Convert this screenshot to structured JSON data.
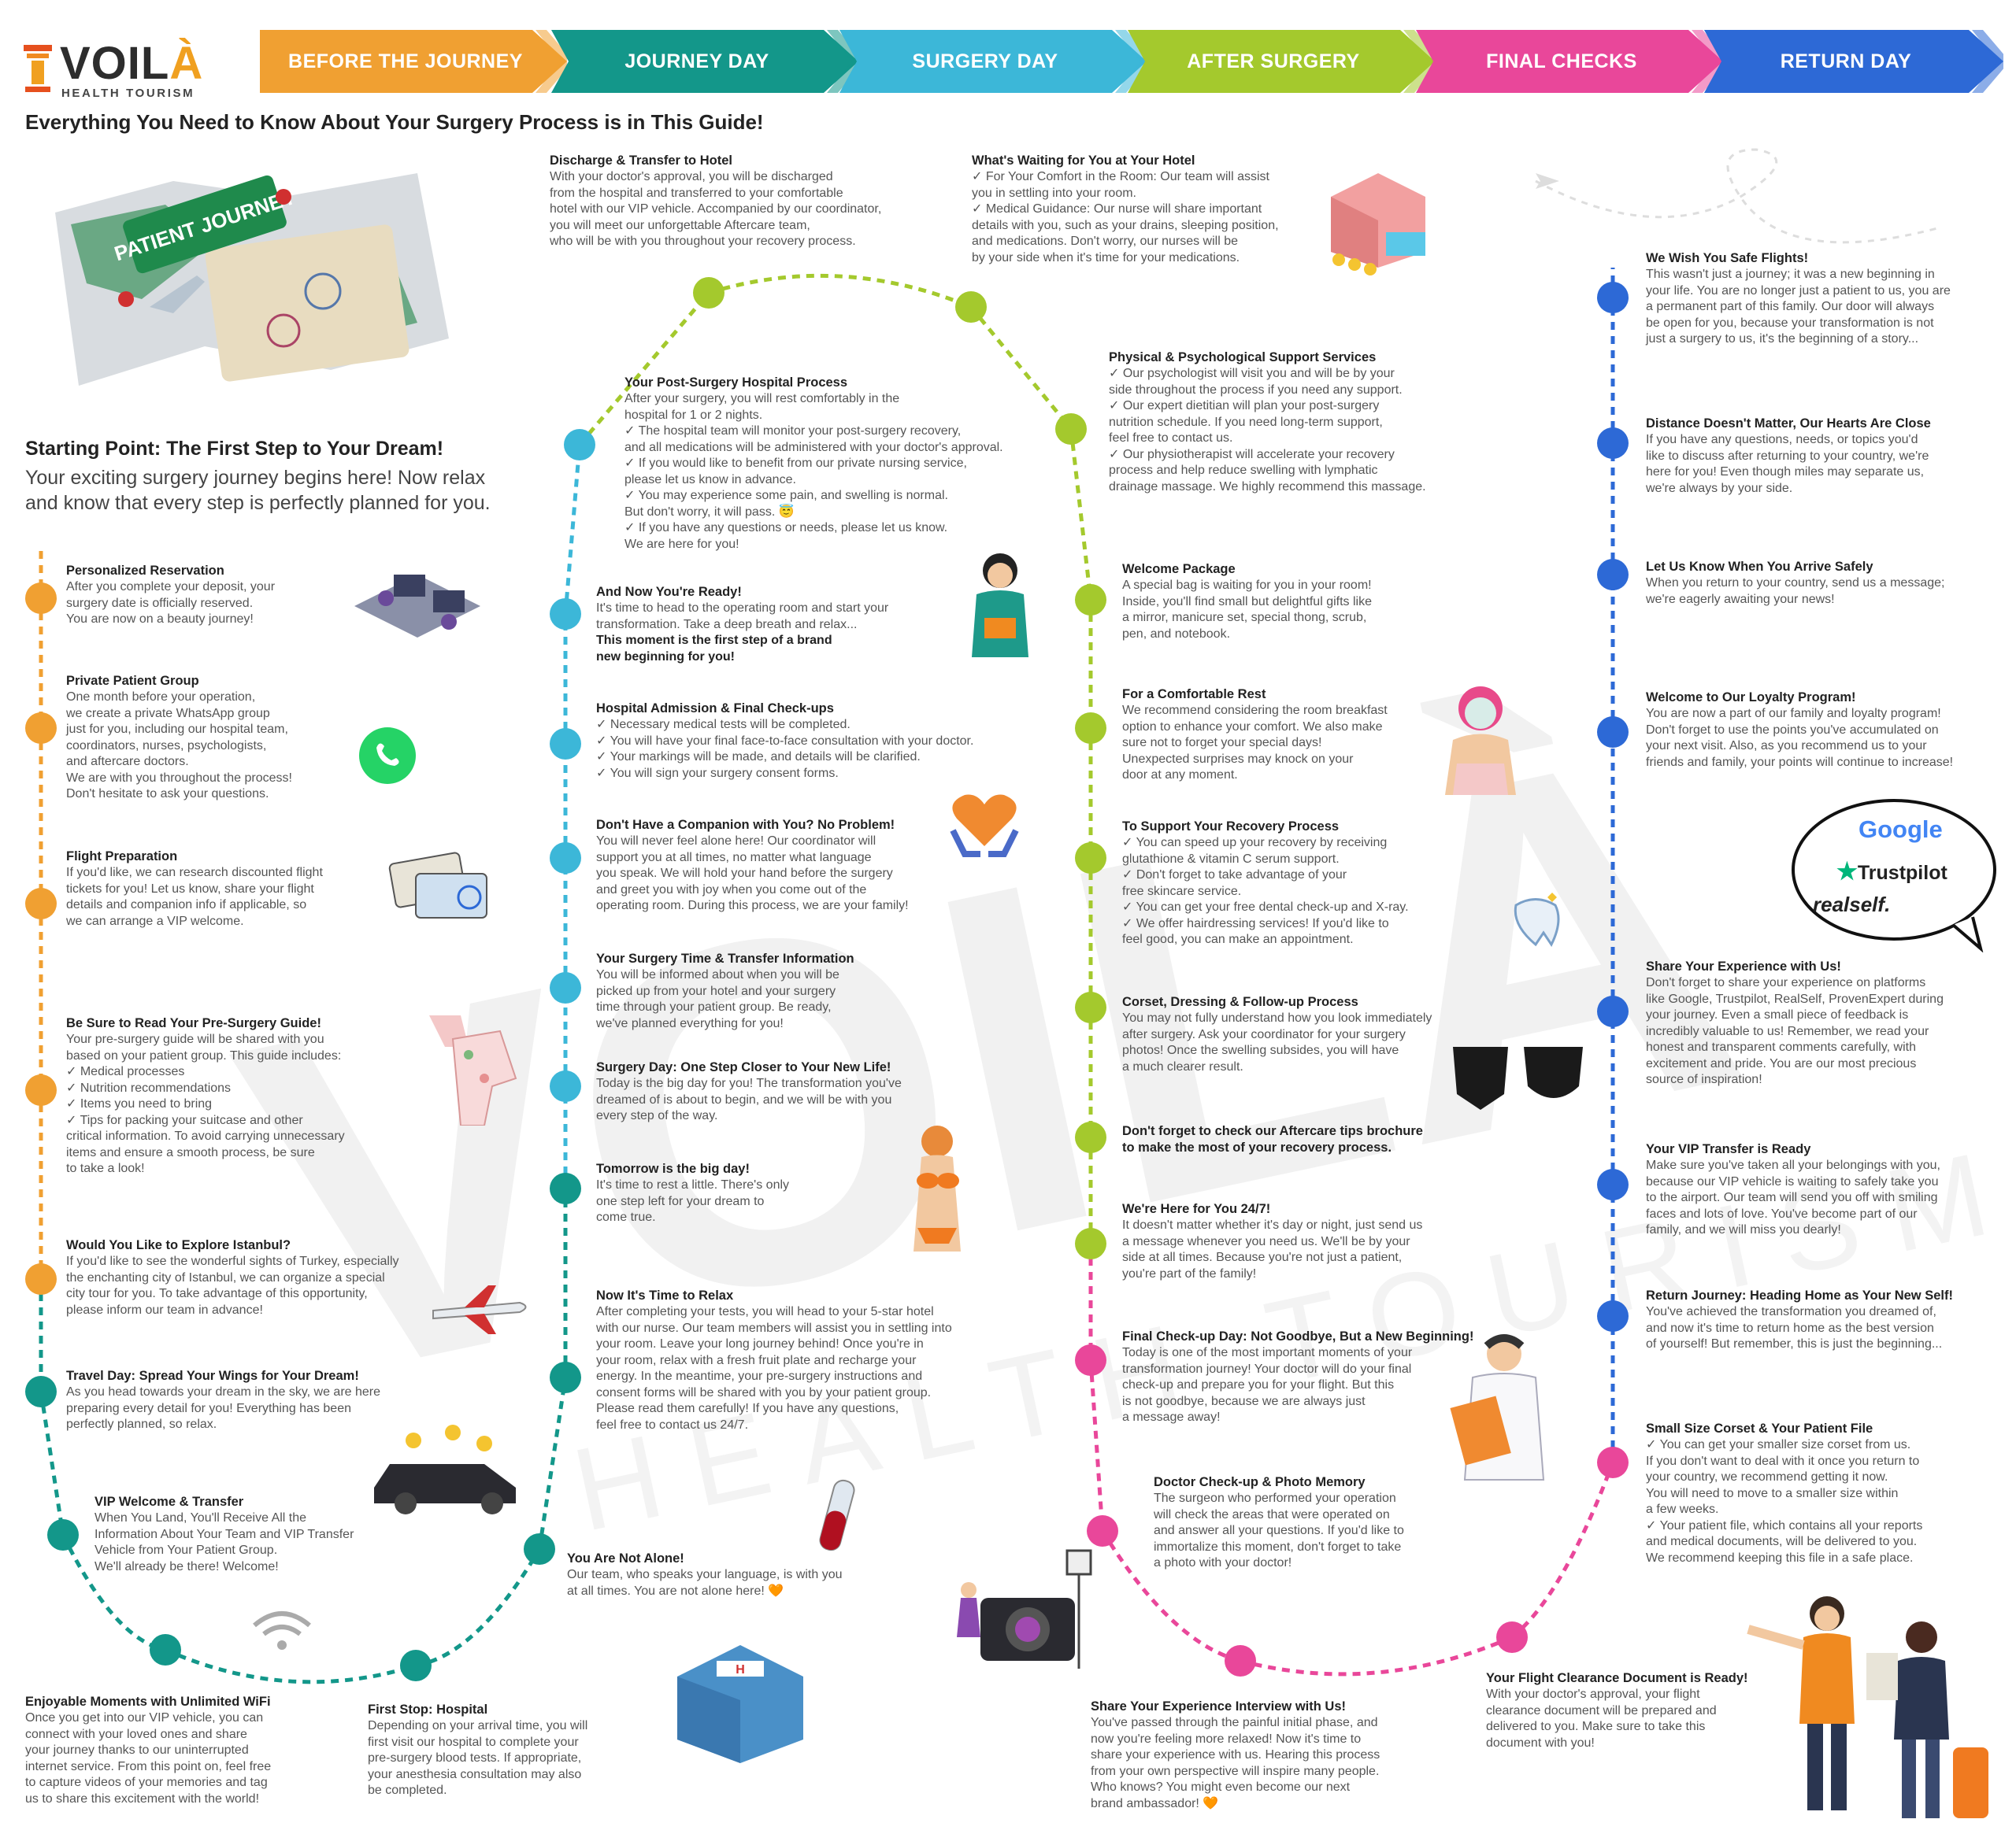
{
  "brand": {
    "name_main": "VOIL",
    "name_accent": "À",
    "subtitle": "HEALTH TOURISM",
    "watermark_main": "VOILÀ",
    "watermark_sub": "HEALTH TOURISM"
  },
  "phases": [
    {
      "label": "BEFORE THE JOURNEY",
      "color": "#f0a032"
    },
    {
      "label": "JOURNEY DAY",
      "color": "#13978a"
    },
    {
      "label": "SURGERY DAY",
      "color": "#3cb7d8"
    },
    {
      "label": "AFTER SURGERY",
      "color": "#a4c92d"
    },
    {
      "label": "FINAL CHECKS",
      "color": "#e9479a"
    },
    {
      "label": "RETURN DAY",
      "color": "#2d69d6"
    }
  ],
  "headline": "Everything You Need to Know About Your Surgery Process is in This Guide!",
  "intro": {
    "title": "Starting Point: The First Step to Your Dream!",
    "body": "Your exciting surgery journey begins here! Now relax and know that every step is perfectly planned for you."
  },
  "illustration_labels": {
    "passport_sign": "PATIENT JOURNEY"
  },
  "reviews": {
    "google": "Google",
    "trustpilot": "Trustpilot",
    "realself": "realself."
  },
  "steps": [
    {
      "title": "Personalized Reservation",
      "body": "After you complete your deposit, your\nsurgery date is officially reserved.\nYou are now on a beauty journey!"
    },
    {
      "title": "Private Patient Group",
      "body": "One month before your operation,\nwe create a private WhatsApp group\njust for you, including our hospital team,\ncoordinators, nurses, psychologists,\nand aftercare doctors.\nWe are with you throughout the process!\nDon't hesitate to ask your questions."
    },
    {
      "title": "Flight Preparation",
      "body": "If you'd like, we can research discounted flight\ntickets for you! Let us know, share your flight\ndetails and companion info if applicable, so\nwe can arrange a VIP welcome."
    },
    {
      "title": "Be Sure to Read Your Pre-Surgery Guide!",
      "body": "Your pre-surgery guide will be shared with you\nbased on your patient group. This guide includes:\n✓ Medical processes\n✓ Nutrition recommendations\n✓ Items you need to bring\n✓ Tips for packing your suitcase and other\ncritical information. To avoid carrying unnecessary\nitems and ensure a smooth process, be sure\nto take a look!"
    },
    {
      "title": "Would You Like to Explore Istanbul?",
      "body": "If you'd like to see the wonderful sights of Turkey, especially\nthe enchanting city of Istanbul, we can organize a special\ncity tour for you. To take advantage of this opportunity,\nplease inform our team in advance!"
    },
    {
      "title": "Travel Day: Spread Your Wings for Your Dream!",
      "body": "As you head towards your dream in the sky, we are here\npreparing every detail for you! Everything has been\nperfectly planned, so relax."
    },
    {
      "title": "VIP Welcome & Transfer",
      "body": "When You Land, You'll Receive All the\nInformation About Your Team and VIP Transfer\nVehicle from Your Patient Group.\nWe'll already be there! Welcome!"
    },
    {
      "title": "Enjoyable Moments with Unlimited WiFi",
      "body": "Once you get into our VIP vehicle, you can\nconnect with your loved ones and share\nyour journey thanks to our uninterrupted\ninternet service. From this point on, feel free\nto capture videos of your memories and tag\nus to share this excitement with the world!"
    },
    {
      "title": "First Stop: Hospital",
      "body": "Depending on your arrival time, you will\nfirst visit our hospital to complete your\npre-surgery blood tests. If appropriate,\nyour anesthesia consultation may also\nbe completed."
    },
    {
      "title": "You Are Not Alone!",
      "body": "Our team, who speaks your language, is with you\nat all times. You are not alone here! 🧡"
    },
    {
      "title": "Now It's Time to Relax",
      "body": "After completing your tests, you will head to your 5-star hotel\nwith our nurse. Our team members will assist you in settling into\nyour room. Leave your long journey behind! Once you're in\nyour room, relax with a fresh fruit plate and recharge your\nenergy. In the meantime, your pre-surgery instructions and\nconsent forms will be shared with you by your patient group.\nPlease read them carefully! If you have any questions,\nfeel free to contact us 24/7."
    },
    {
      "title": "Tomorrow is the big day!",
      "body": "It's time to rest a little. There's only\none step left for your dream to\ncome true."
    },
    {
      "title": "Surgery Day: One Step Closer to Your New Life!",
      "body": "Today is the big day for you! The transformation you've\ndreamed of is about to begin, and we will be with you\nevery step of the way."
    },
    {
      "title": "Your Surgery Time & Transfer Information",
      "body": "You will be informed about when you will be\npicked up from your hotel and your surgery\ntime through your patient group. Be ready,\nwe've planned everything for you!"
    },
    {
      "title": "Don't Have a Companion with You? No Problem!",
      "body": "You will never feel alone here! Our coordinator will\nsupport you at all times, no matter what language\nyou speak. We will hold your hand before the surgery\nand greet you with joy when you come out of the\noperating room. During this process, we are your family!"
    },
    {
      "title": "Hospital Admission & Final Check-ups",
      "body": "✓ Necessary medical tests will be completed.\n✓ You will have your final face-to-face consultation with your doctor.\n✓ Your markings will be made, and details will be clarified.\n✓ You will sign your surgery consent forms."
    },
    {
      "title": "And Now You're Ready!",
      "body": "It's time to head to the operating room and start your\ntransformation. Take a deep breath and relax...",
      "emphasis": "This moment is the first step of a brand\nnew beginning for you!"
    },
    {
      "title": "Your Post-Surgery Hospital Process",
      "body": "After your surgery, you will rest comfortably in the\nhospital for 1 or 2 nights.\n✓ The hospital team will monitor your post-surgery recovery,\nand all medications will be administered with your doctor's approval.\n✓ If you would like to benefit from our private nursing service,\nplease let us know in advance.\n✓ You may experience some pain, and swelling is normal.\nBut don't worry, it will pass. 😇\n✓ If you have any questions or needs, please let us know.\nWe are here for you!"
    },
    {
      "title": "Discharge & Transfer to Hotel",
      "body": "With your doctor's approval, you will be discharged\nfrom the hospital and transferred to your comfortable\nhotel with our VIP vehicle. Accompanied by our coordinator,\nyou will meet our unforgettable Aftercare team,\nwho will be with you throughout your recovery process."
    },
    {
      "title": "What's Waiting for You at Your Hotel",
      "body": "✓ For Your Comfort in the Room: Our team will assist\nyou in settling into your room.\n✓ Medical Guidance: Our nurse will share important\ndetails with you, such as your drains, sleeping position,\nand medications. Don't worry, our nurses will be\nby your side when it's time for your medications."
    },
    {
      "title": "Physical & Psychological Support Services",
      "body": "✓ Our psychologist will visit you and will be by your\nside throughout the process if you need any support.\n✓ Our expert dietitian will plan your post-surgery\nnutrition schedule. If you need long-term support,\nfeel free to contact us.\n✓ Our physiotherapist will accelerate your recovery\nprocess and help reduce swelling with lymphatic\ndrainage massage. We highly recommend this massage."
    },
    {
      "title": "Welcome Package",
      "body": "A special bag is waiting for you in your room!\nInside, you'll find small but delightful gifts like\na mirror, manicure set, special thong, scrub,\npen, and notebook."
    },
    {
      "title": "For a Comfortable Rest",
      "body": "We recommend considering the room breakfast\noption to enhance your comfort. We also make\nsure not to forget your special days!\nUnexpected surprises may knock on your\ndoor at any moment."
    },
    {
      "title": "To Support Your Recovery Process",
      "body": "✓ You can speed up your recovery by receiving\nglutathione & vitamin C serum support.\n✓ Don't forget to take advantage of your\nfree skincare service.\n✓ You can get your free dental check-up and X-ray.\n✓ We offer hairdressing services! If you'd like to\nfeel good, you can make an appointment."
    },
    {
      "title": "Corset, Dressing & Follow-up Process",
      "body": "You may not fully understand how you look immediately\nafter surgery. Ask your coordinator for your surgery\nphotos! Once the swelling subsides, you will have\na much clearer result."
    },
    {
      "title": "Don't forget to check our Aftercare tips brochure\nto make the most of your recovery process.",
      "body": ""
    },
    {
      "title": "We're Here for You 24/7!",
      "body": "It doesn't matter whether it's day or night, just send us\na message whenever you need us. We'll be by your\nside at all times. Because you're not just a patient,\nyou're part of the family!"
    },
    {
      "title": "Final Check-up Day: Not Goodbye, But a New Beginning!",
      "body": "Today is one of the most important moments of your\ntransformation journey! Your doctor will do your final\ncheck-up and prepare you for your flight. But this\nis not goodbye, because we are always just\na message away!"
    },
    {
      "title": "Doctor Check-up & Photo Memory",
      "body": "The surgeon who performed your operation\nwill check the areas that were operated on\nand answer all your questions. If you'd like to\nimmortalize this moment, don't forget to take\na photo with your doctor!"
    },
    {
      "title": "Share Your Experience Interview with Us!",
      "body": "You've passed through the painful initial phase, and\nnow you're feeling more relaxed! Now it's time to\nshare your experience with us. Hearing this process\nfrom your own perspective will inspire many people.\nWho knows? You might even become our next\nbrand ambassador! 🧡"
    },
    {
      "title": "Your Flight Clearance Document is Ready!",
      "body": "With your doctor's approval, your flight\nclearance document will be prepared and\ndelivered to you. Make sure to take this\ndocument with you!"
    },
    {
      "title": "Small Size Corset & Your Patient File",
      "body": "✓ You can get your smaller size corset from us.\nIf you don't want to deal with it once you return to\nyour country, we recommend getting it now.\nYou will need to move to a smaller size within\na few weeks.\n✓ Your patient file, which contains all your reports\nand medical documents, will be delivered to you.\nWe recommend keeping this file in a safe place."
    },
    {
      "title": "Return Journey: Heading Home as Your New Self!",
      "body": "You've achieved the transformation you dreamed of,\nand now it's time to return home as the best version\nof yourself! But remember, this is just the beginning..."
    },
    {
      "title": "Your VIP Transfer is Ready",
      "body": "Make sure you've taken all your belongings with you,\nbecause our VIP vehicle is waiting to safely take you\nto the airport. Our team will send you off with smiling\nfaces and lots of love. You've become part of our\nfamily, and we will miss you dearly!"
    },
    {
      "title": "Share Your Experience with Us!",
      "body": "Don't forget to share your experience on platforms\nlike Google, Trustpilot, RealSelf, ProvenExpert during\nyour journey. Even a small piece of feedback is\nincredibly valuable to us! Remember, we read your\nhonest and transparent comments carefully, with\nexcitement and pride. You are our most precious\nsource of inspiration!"
    },
    {
      "title": "Welcome to Our Loyalty Program!",
      "body": "You are now a part of our family and loyalty program!\nDon't forget to use the points you've accumulated on\nyour next visit. Also, as you recommend us to your\nfriends and family, your points will continue to increase!"
    },
    {
      "title": "Let Us Know When You Arrive Safely",
      "body": "When you return to your country, send us a message;\nwe're eagerly awaiting your news!"
    },
    {
      "title": "Distance Doesn't Matter, Our Hearts Are Close",
      "body": "If you have any questions, needs, or topics you'd\nlike to discuss after returning to your country, we're\nhere for you! Even though miles may separate us,\nwe're always by your side."
    },
    {
      "title": "We Wish You Safe Flights!",
      "body": "This wasn't just a journey; it was a new beginning in\nyour life. You are no longer just a patient to us, you are\na permanent part of this family. Our door will always\nbe open for you, because your transformation is not\njust a surgery to us, it's the beginning of a story..."
    }
  ]
}
